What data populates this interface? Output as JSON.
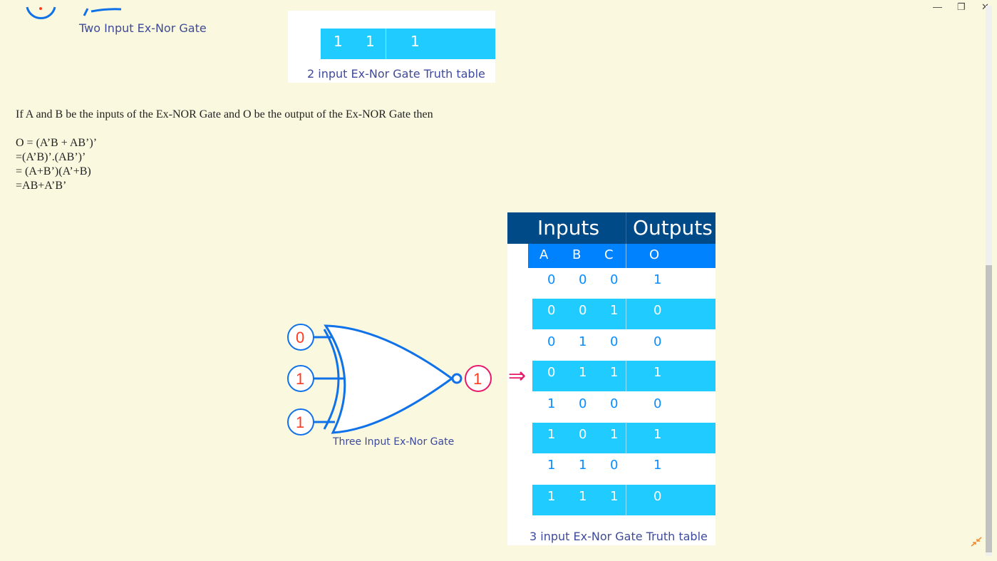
{
  "window_controls": {
    "minimize": "—",
    "restore": "❐",
    "close": "✕"
  },
  "two_input": {
    "caption": "Two Input Ex-Nor Gate",
    "table_last_row": [
      "1",
      "1",
      "1"
    ],
    "table_caption": "2 input Ex-Nor Gate Truth table"
  },
  "text": {
    "intro": "If A and B be the inputs of the Ex-NOR Gate and O be the output of the Ex-NOR Gate then",
    "eq": [
      "O = (A’B + AB’)’",
      "=(A’B)’.(AB’)’",
      "= (A+B’)(A’+B)",
      "=AB+A’B’"
    ]
  },
  "three_input": {
    "gate_inputs": [
      "0",
      "1",
      "1"
    ],
    "gate_output": "1",
    "caption": "Three Input Ex-Nor Gate",
    "arrow": "⇒",
    "highlighted_row": 3,
    "table": {
      "header_inputs": "Inputs",
      "header_outputs": "Outputs",
      "columns": [
        "A",
        "B",
        "C",
        "O"
      ],
      "rows": [
        [
          "0",
          "0",
          "0",
          "1"
        ],
        [
          "0",
          "0",
          "1",
          "0"
        ],
        [
          "0",
          "1",
          "0",
          "0"
        ],
        [
          "0",
          "1",
          "1",
          "1"
        ],
        [
          "1",
          "0",
          "0",
          "0"
        ],
        [
          "1",
          "0",
          "1",
          "1"
        ],
        [
          "1",
          "1",
          "0",
          "1"
        ],
        [
          "1",
          "1",
          "1",
          "0"
        ]
      ],
      "caption": "3 input Ex-Nor Gate Truth table"
    }
  },
  "colors": {
    "background": "#FAF8DF",
    "header": "#004A87",
    "subheader": "#0082FF",
    "row_highlight": "#1FCBFF",
    "input_value": "#FF3B1F",
    "output_ring": "#E8186A",
    "gate_stroke": "#0F72E8"
  }
}
